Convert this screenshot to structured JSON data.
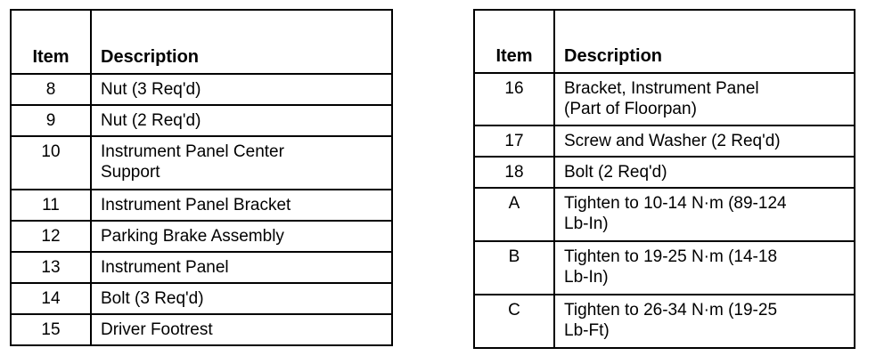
{
  "left_table": {
    "headers": {
      "item": "Item",
      "description": "Description"
    },
    "rows": [
      {
        "item": "8",
        "description": "Nut (3 Req'd)"
      },
      {
        "item": "9",
        "description": "Nut (2 Req'd)"
      },
      {
        "item": "10",
        "description": "Instrument Panel Center\nSupport"
      },
      {
        "item": "11",
        "description": "Instrument Panel Bracket"
      },
      {
        "item": "12",
        "description": "Parking Brake Assembly"
      },
      {
        "item": "13",
        "description": "Instrument Panel"
      },
      {
        "item": "14",
        "description": "Bolt (3 Req'd)"
      },
      {
        "item": "15",
        "description": "Driver Footrest"
      }
    ]
  },
  "right_table": {
    "headers": {
      "item": "Item",
      "description": "Description"
    },
    "rows": [
      {
        "item": "16",
        "description": "Bracket, Instrument Panel\n(Part of Floorpan)"
      },
      {
        "item": "17",
        "description": "Screw and Washer (2 Req'd)"
      },
      {
        "item": "18",
        "description": "Bolt (2 Req'd)"
      },
      {
        "item": "A",
        "description": "Tighten to 10-14 N·m (89-124\nLb-In)"
      },
      {
        "item": "B",
        "description": "Tighten to 19-25 N·m (14-18\nLb-In)"
      },
      {
        "item": "C",
        "description": "Tighten to 26-34 N·m (19-25\nLb-Ft)"
      }
    ]
  }
}
